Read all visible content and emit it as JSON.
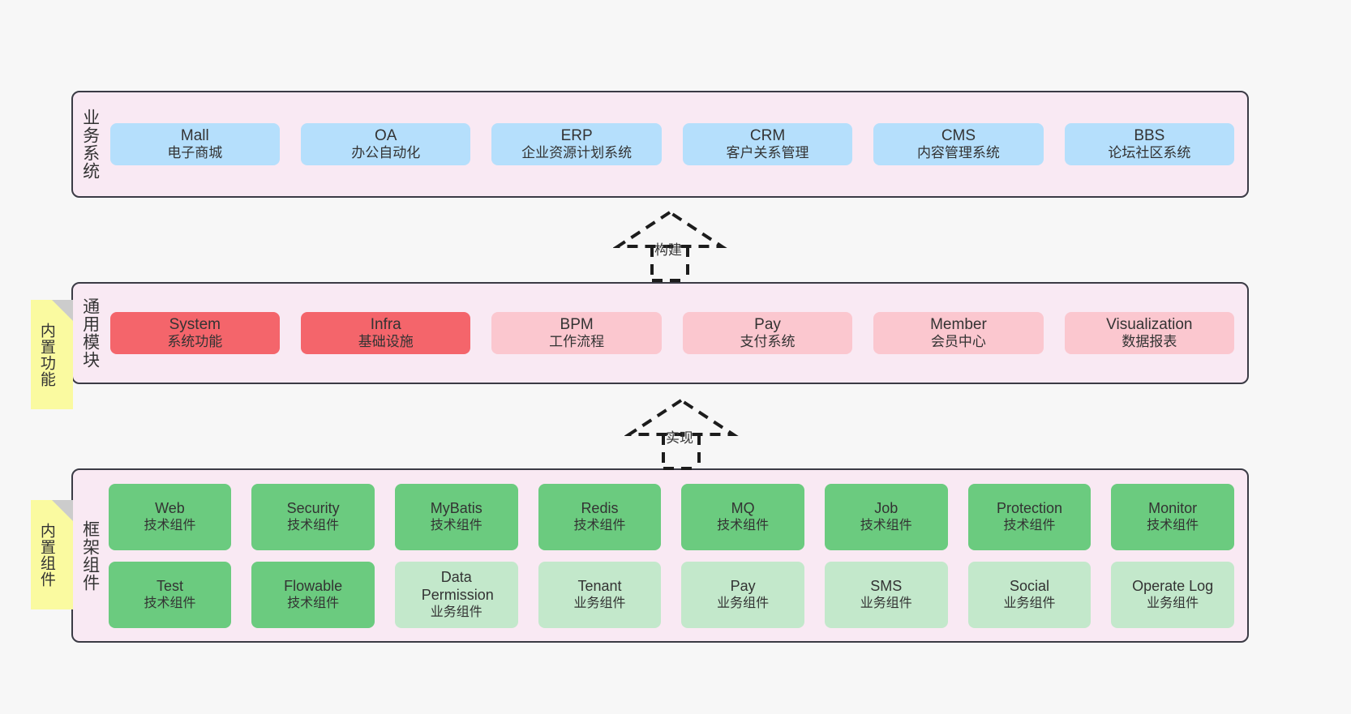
{
  "diagram": {
    "background": "#f7f7f7",
    "layer_bg": "#f9e9f3",
    "layer_border": "#3b3b45",
    "note_bg": "#fafaa0",
    "note_fold": "#cccccc"
  },
  "layers": [
    {
      "key": "business",
      "label": "业务系统",
      "note": null,
      "rows": [
        {
          "cards": [
            {
              "name": "mall",
              "title": "Mall",
              "subtitle": "电子商城",
              "color": "#b5dffc",
              "style": "c-blue"
            },
            {
              "name": "oa",
              "title": "OA",
              "subtitle": "办公自动化",
              "color": "#b5dffc",
              "style": "c-blue"
            },
            {
              "name": "erp",
              "title": "ERP",
              "subtitle": "企业资源计划系统",
              "color": "#b5dffc",
              "style": "c-blue"
            },
            {
              "name": "crm",
              "title": "CRM",
              "subtitle": "客户关系管理",
              "color": "#b5dffc",
              "style": "c-blue"
            },
            {
              "name": "cms",
              "title": "CMS",
              "subtitle": "内容管理系统",
              "color": "#b5dffc",
              "style": "c-blue"
            },
            {
              "name": "bbs",
              "title": "BBS",
              "subtitle": "论坛社区系统",
              "color": "#b5dffc",
              "style": "c-blue"
            }
          ]
        }
      ]
    },
    {
      "key": "common",
      "label": "通用模块",
      "note": "内置功能",
      "rows": [
        {
          "cards": [
            {
              "name": "system",
              "title": "System",
              "subtitle": "系统功能",
              "color": "#f4656b",
              "style": "c-red"
            },
            {
              "name": "infra",
              "title": "Infra",
              "subtitle": "基础设施",
              "color": "#f4656b",
              "style": "c-red"
            },
            {
              "name": "bpm",
              "title": "BPM",
              "subtitle": "工作流程",
              "color": "#fbc7cf",
              "style": "c-pink"
            },
            {
              "name": "pay",
              "title": "Pay",
              "subtitle": "支付系统",
              "color": "#fbc7cf",
              "style": "c-pink"
            },
            {
              "name": "member",
              "title": "Member",
              "subtitle": "会员中心",
              "color": "#fbc7cf",
              "style": "c-pink"
            },
            {
              "name": "visualization",
              "title": "Visualization",
              "subtitle": "数据报表",
              "color": "#fbc7cf",
              "style": "c-pink"
            }
          ]
        }
      ]
    },
    {
      "key": "framework",
      "label": "框架组件",
      "note": "内置组件",
      "rows": [
        {
          "cards": [
            {
              "name": "web",
              "title": "Web",
              "subtitle": "技术组件",
              "color": "#6bcb7f",
              "style": "c-green"
            },
            {
              "name": "security",
              "title": "Security",
              "subtitle": "技术组件",
              "color": "#6bcb7f",
              "style": "c-green"
            },
            {
              "name": "mybatis",
              "title": "MyBatis",
              "subtitle": "技术组件",
              "color": "#6bcb7f",
              "style": "c-green"
            },
            {
              "name": "redis",
              "title": "Redis",
              "subtitle": "技术组件",
              "color": "#6bcb7f",
              "style": "c-green"
            },
            {
              "name": "mq",
              "title": "MQ",
              "subtitle": "技术组件",
              "color": "#6bcb7f",
              "style": "c-green"
            },
            {
              "name": "job",
              "title": "Job",
              "subtitle": "技术组件",
              "color": "#6bcb7f",
              "style": "c-green"
            },
            {
              "name": "protection",
              "title": "Protection",
              "subtitle": "技术组件",
              "color": "#6bcb7f",
              "style": "c-green"
            },
            {
              "name": "monitor",
              "title": "Monitor",
              "subtitle": "技术组件",
              "color": "#6bcb7f",
              "style": "c-green"
            }
          ]
        },
        {
          "cards": [
            {
              "name": "test",
              "title": "Test",
              "subtitle": "技术组件",
              "color": "#6bcb7f",
              "style": "c-green"
            },
            {
              "name": "flowable",
              "title": "Flowable",
              "subtitle": "技术组件",
              "color": "#6bcb7f",
              "style": "c-green"
            },
            {
              "name": "data-permission",
              "title": "Data Permission",
              "subtitle": "业务组件",
              "color": "#c3e8cb",
              "style": "c-green-light"
            },
            {
              "name": "tenant",
              "title": "Tenant",
              "subtitle": "业务组件",
              "color": "#c3e8cb",
              "style": "c-green-light"
            },
            {
              "name": "pay-component",
              "title": "Pay",
              "subtitle": "业务组件",
              "color": "#c3e8cb",
              "style": "c-green-light"
            },
            {
              "name": "sms",
              "title": "SMS",
              "subtitle": "业务组件",
              "color": "#c3e8cb",
              "style": "c-green-light"
            },
            {
              "name": "social",
              "title": "Social",
              "subtitle": "业务组件",
              "color": "#c3e8cb",
              "style": "c-green-light"
            },
            {
              "name": "operate-log",
              "title": "Operate Log",
              "subtitle": "业务组件",
              "color": "#c3e8cb",
              "style": "c-green-light"
            }
          ]
        }
      ]
    }
  ],
  "connectors": [
    {
      "name": "build",
      "label": "构建",
      "from": "common",
      "to": "business"
    },
    {
      "name": "implement",
      "label": "实现",
      "from": "framework",
      "to": "common"
    }
  ]
}
